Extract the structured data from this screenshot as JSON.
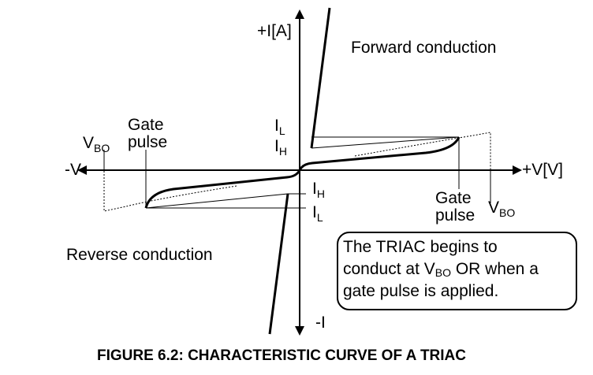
{
  "axes": {
    "y_pos": "+I[A]",
    "y_neg": "-I",
    "x_pos": "+V[V]",
    "x_neg": "-V"
  },
  "regions": {
    "forward": "Forward conduction",
    "reverse": "Reverse conduction"
  },
  "labels": {
    "vbo_main": "V",
    "vbo_sub": "BO",
    "gate_line1": "Gate",
    "gate_line2": "pulse",
    "il_main": "I",
    "il_sub": "L",
    "ih_main": "I",
    "ih_sub": "H"
  },
  "note": {
    "line1": "The TRIAC begins to",
    "line2_pre": "conduct at V",
    "line2_sub": "BO",
    "line2_post": " OR when a",
    "line3": "gate pulse is applied."
  },
  "caption": "FIGURE 6.2:  CHARACTERISTIC CURVE OF A TRIAC"
}
